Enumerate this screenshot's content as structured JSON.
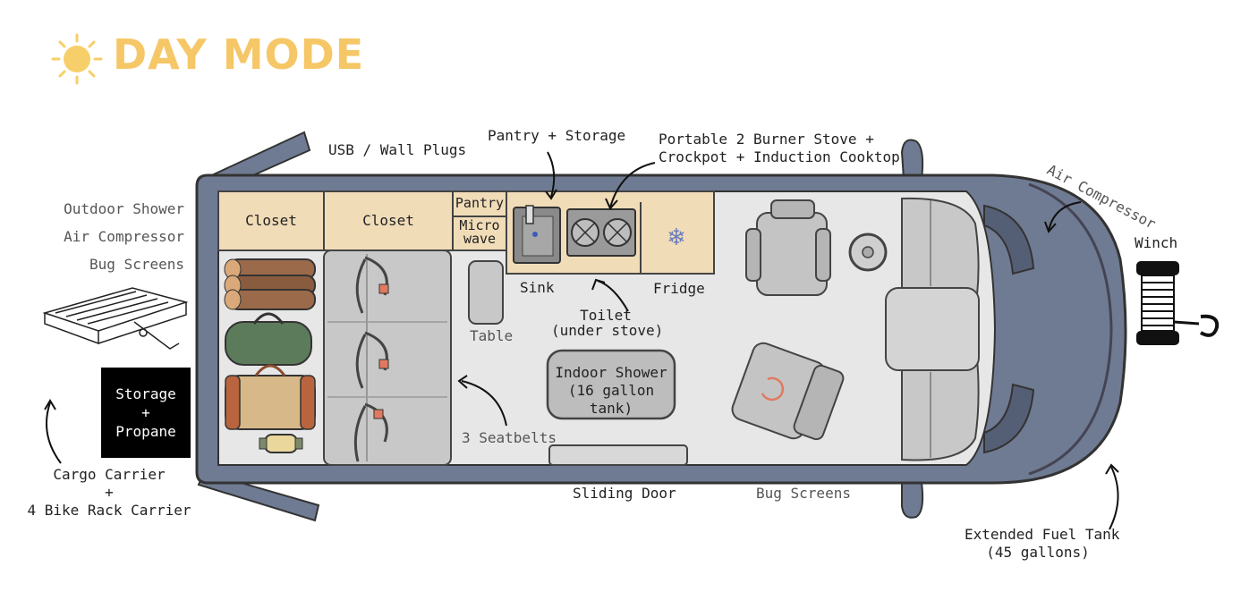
{
  "header": {
    "title": "DAY MODE",
    "icon": "sun-icon"
  },
  "colors": {
    "title": "#f5c766",
    "van_body": "#6f7b92",
    "wood": "#f1dcb8",
    "floor": "#e7e7e7"
  },
  "labels": {
    "usb_plugs": "USB / Wall Plugs",
    "pantry_storage": "Pantry + Storage",
    "stove_line1": "Portable 2 Burner Stove +",
    "stove_line2": "Crockpot + Induction Cooktop",
    "air_compressor_front": "Air Compressor",
    "winch": "Winch",
    "outdoor_shower": "Outdoor Shower",
    "air_compressor_rear": "Air Compressor",
    "bug_screens_rear": "Bug Screens",
    "storage_line1": "Storage",
    "storage_line2": "+",
    "storage_line3": "Propane",
    "cargo_line1": "Cargo Carrier",
    "cargo_line2": "+",
    "cargo_line3": "4 Bike Rack Carrier",
    "closet_1": "Closet",
    "closet_2": "Closet",
    "pantry": "Pantry",
    "microwave_line1": "Micro",
    "microwave_line2": "wave",
    "sink": "Sink",
    "fridge": "Fridge",
    "toilet_line1": "Toilet",
    "toilet_line2": "(under stove)",
    "table": "Table",
    "shower_line1": "Indoor Shower",
    "shower_line2": "(16 gallon tank)",
    "seatbelts": "3 Seatbelts",
    "sliding_door": "Sliding Door",
    "bug_screens_side": "Bug Screens",
    "fuel_line1": "Extended Fuel Tank",
    "fuel_line2": "(45 gallons)"
  }
}
